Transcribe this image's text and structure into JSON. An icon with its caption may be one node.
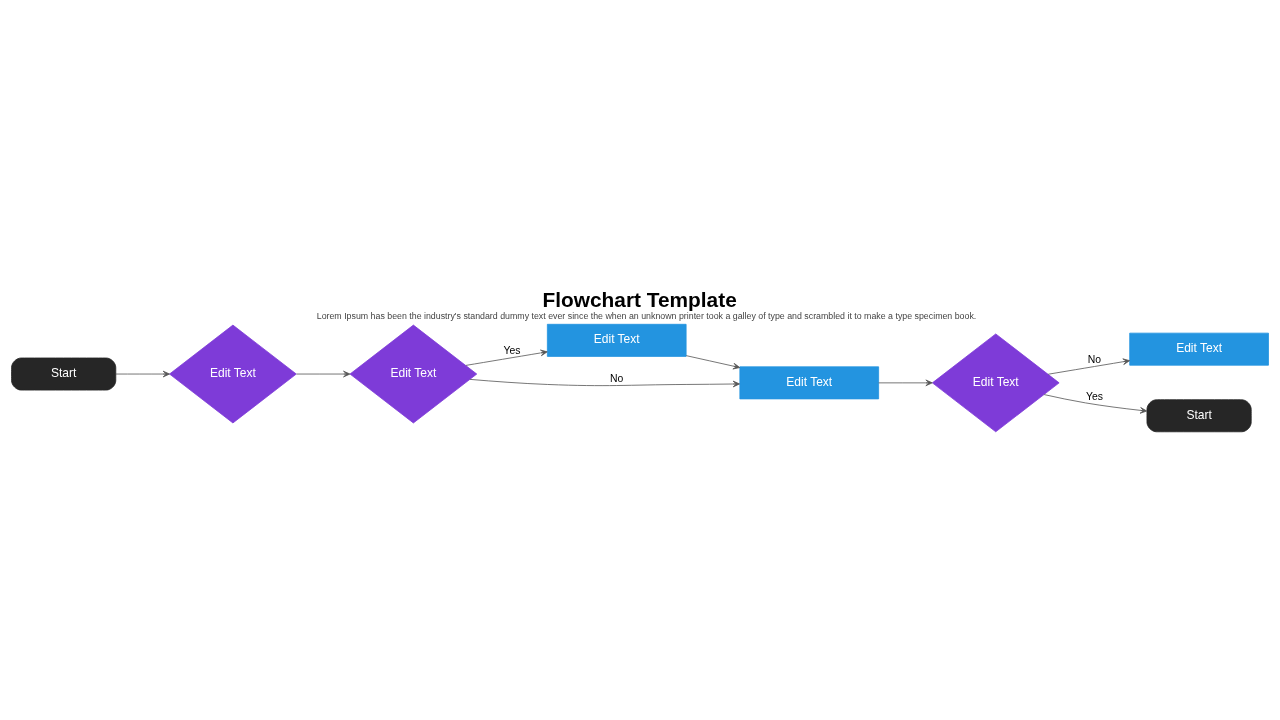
{
  "diagram": {
    "title": "Flowchart Template",
    "caption": "Lorem Ipsum has been the industry's standard dummy text ever since the when an unknown printer took a galley of type and scrambled it to make a type specimen book.",
    "nodes": [
      {
        "text": [
          "Start"
        ]
      },
      {
        "text": [
          "Edit Text"
        ]
      },
      {
        "text": [
          "Edit Text"
        ]
      },
      {
        "text": [
          "Edit Text"
        ]
      },
      {
        "text": [
          "Edit Text"
        ]
      },
      {
        "text": [
          "Edit Text"
        ]
      },
      {
        "text": [
          "Edit Text"
        ]
      },
      {
        "text": [
          "Start"
        ]
      }
    ],
    "edges": [
      {
        "from": 0,
        "to": 2,
        "arrow": "to"
      },
      {
        "from": 2,
        "to": 3,
        "arrow": "to"
      },
      {
        "from": 3,
        "to": 1,
        "arrow": "to",
        "label": "Yes"
      },
      {
        "from": 3,
        "to": 6,
        "arrow": "to",
        "label": "No"
      },
      {
        "from": 1,
        "to": 6,
        "arrow": "to"
      },
      {
        "from": 6,
        "to": 5,
        "arrow": "to"
      },
      {
        "from": 5,
        "to": 4,
        "arrow": "to",
        "label": "No"
      },
      {
        "from": 5,
        "to": 7,
        "arrow": "to",
        "label": "Yes"
      }
    ]
  }
}
